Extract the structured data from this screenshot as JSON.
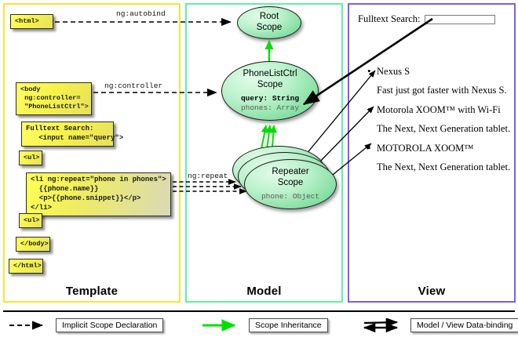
{
  "diagram": {
    "title": "AngularJS Template / Model / View scope diagram",
    "columns": [
      {
        "id": "template",
        "label": "Template",
        "border_color": "#f2e832"
      },
      {
        "id": "model",
        "label": "Model",
        "border_color": "#5ef0a8"
      },
      {
        "id": "view",
        "label": "View",
        "border_color": "#7a5ef0"
      }
    ]
  },
  "template": {
    "boxes": [
      {
        "name": "html-open-tag",
        "text": "<html>"
      },
      {
        "name": "body-controller",
        "text": "<body\n ng:controller=\n \"PhoneListCtrl\">"
      },
      {
        "name": "fulltext-search",
        "text": "Fulltext Search:\n   <input name=\"query\">"
      },
      {
        "name": "ul-open-tag",
        "text": "<ul>"
      },
      {
        "name": "li-repeat",
        "text": "<li ng:repeat=\"phone in phones\">\n  {{phone.name}}\n  <p>{{phone.snippet}}</p>\n</li>"
      },
      {
        "name": "ul-close-tag",
        "text": "<ul>"
      },
      {
        "name": "body-close-tag",
        "text": "</body>"
      },
      {
        "name": "html-close-tag",
        "text": "</html>"
      }
    ]
  },
  "connectors": {
    "autobind": "ng:autobind",
    "controller": "ng:controller",
    "repeat": "ng:repeat"
  },
  "model": {
    "scopes": [
      {
        "name": "root-scope",
        "title_line1": "Root",
        "title_line2": "Scope",
        "props": []
      },
      {
        "name": "phonelistctrl-scope",
        "title_line1": "PhoneListCtrl",
        "title_line2": "Scope",
        "props": [
          {
            "text": "query: String",
            "emphasis": "bold"
          },
          {
            "text": "phones: Array",
            "emphasis": "grey"
          }
        ]
      },
      {
        "name": "repeater-scope",
        "title_line1": "Repeater",
        "title_line2": "Scope",
        "props": [
          {
            "text": "phone: Object",
            "emphasis": "grey"
          }
        ]
      }
    ]
  },
  "view": {
    "search_label": "Fulltext Search:",
    "search_value": "",
    "search_placeholder": "",
    "phones": [
      {
        "name": "Nexus S",
        "snippet": "Fast just got faster with Nexus S."
      },
      {
        "name": "Motorola XOOM™  with Wi-Fi",
        "snippet": "The Next, Next Generation tablet."
      },
      {
        "name": "MOTOROLA XOOM™",
        "snippet": "The Next, Next Generation tablet."
      }
    ]
  },
  "legend": {
    "items": [
      {
        "name": "implicit-scope-declaration",
        "label": "Implicit Scope Declaration",
        "style": "dashed-black-arrow",
        "color": "#000000"
      },
      {
        "name": "scope-inheritance",
        "label": "Scope Inheritance",
        "style": "solid-green-arrow",
        "color": "#00e000"
      },
      {
        "name": "model-view-data-binding",
        "label": "Model / View Data-binding",
        "style": "double-black-arrow",
        "color": "#000000"
      }
    ]
  }
}
